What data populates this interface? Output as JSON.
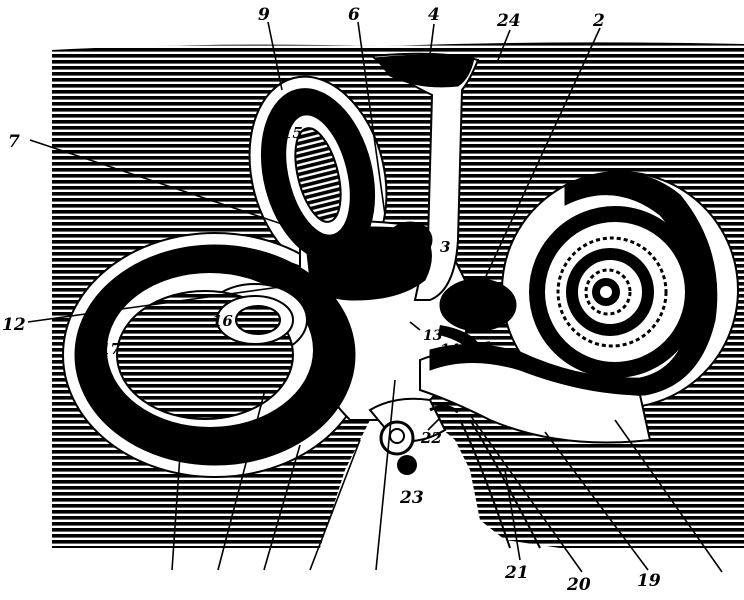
{
  "labels": {
    "l1": "9",
    "l2": "6",
    "l3": "4",
    "l4": "24",
    "l5": "2",
    "l6": "7",
    "l7": "15",
    "l8": "3",
    "l9": "12",
    "l10": "16",
    "l11": "17",
    "l12": "13",
    "l13": "14",
    "l14": "22",
    "l15": "23",
    "l16": "21",
    "l17": "20",
    "l18": "19"
  },
  "colors": {
    "ink": "#000000",
    "paper": "#ffffff"
  }
}
